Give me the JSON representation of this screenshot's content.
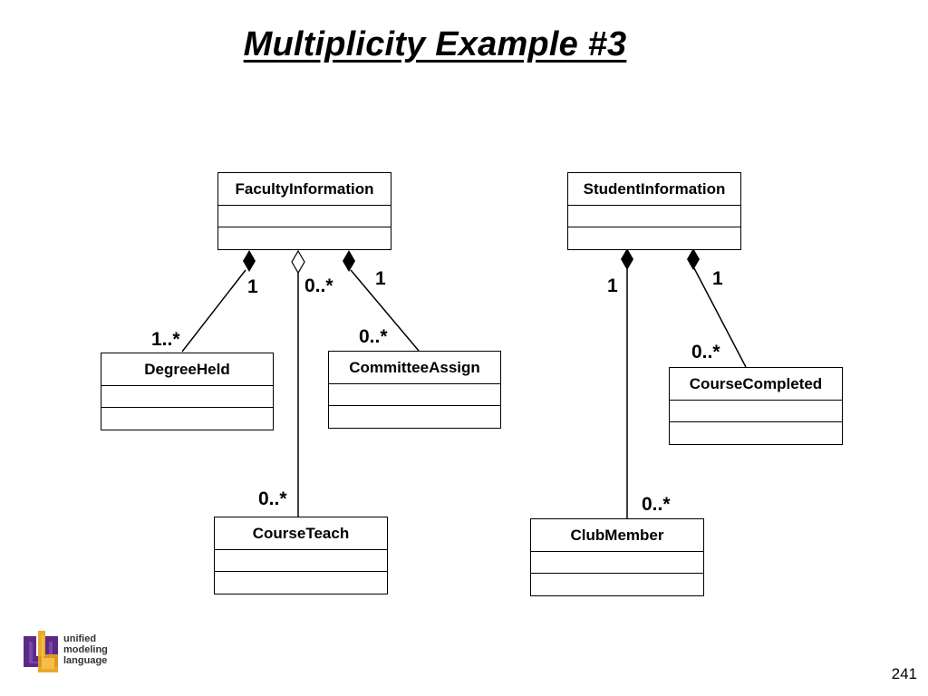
{
  "title": "Multiplicity Example #3",
  "page_number": "241",
  "logo": {
    "line1": "unified",
    "line2": "modeling",
    "line3": "language",
    "colors": {
      "purple": "#5b2a86",
      "orange": "#e8a21a"
    }
  },
  "classes": {
    "faculty_information": "FacultyInformation",
    "student_information": "StudentInformation",
    "degree_held": "DegreeHeld",
    "committee_assign": "CommitteeAssign",
    "course_teach": "CourseTeach",
    "course_completed": "CourseCompleted",
    "club_member": "ClubMember"
  },
  "associations": [
    {
      "from": "FacultyInformation",
      "to": "DegreeHeld",
      "kind": "composition",
      "from_mult": "1",
      "to_mult": "1..*"
    },
    {
      "from": "FacultyInformation",
      "to": "CourseTeach",
      "kind": "aggregation",
      "from_mult": "0..*",
      "to_mult": "0..*"
    },
    {
      "from": "FacultyInformation",
      "to": "CommitteeAssign",
      "kind": "composition",
      "from_mult": "1",
      "to_mult": "0..*"
    },
    {
      "from": "StudentInformation",
      "to": "ClubMember",
      "kind": "composition",
      "from_mult": "1",
      "to_mult": "0..*"
    },
    {
      "from": "StudentInformation",
      "to": "CourseCompleted",
      "kind": "composition",
      "from_mult": "1",
      "to_mult": "0..*"
    }
  ]
}
